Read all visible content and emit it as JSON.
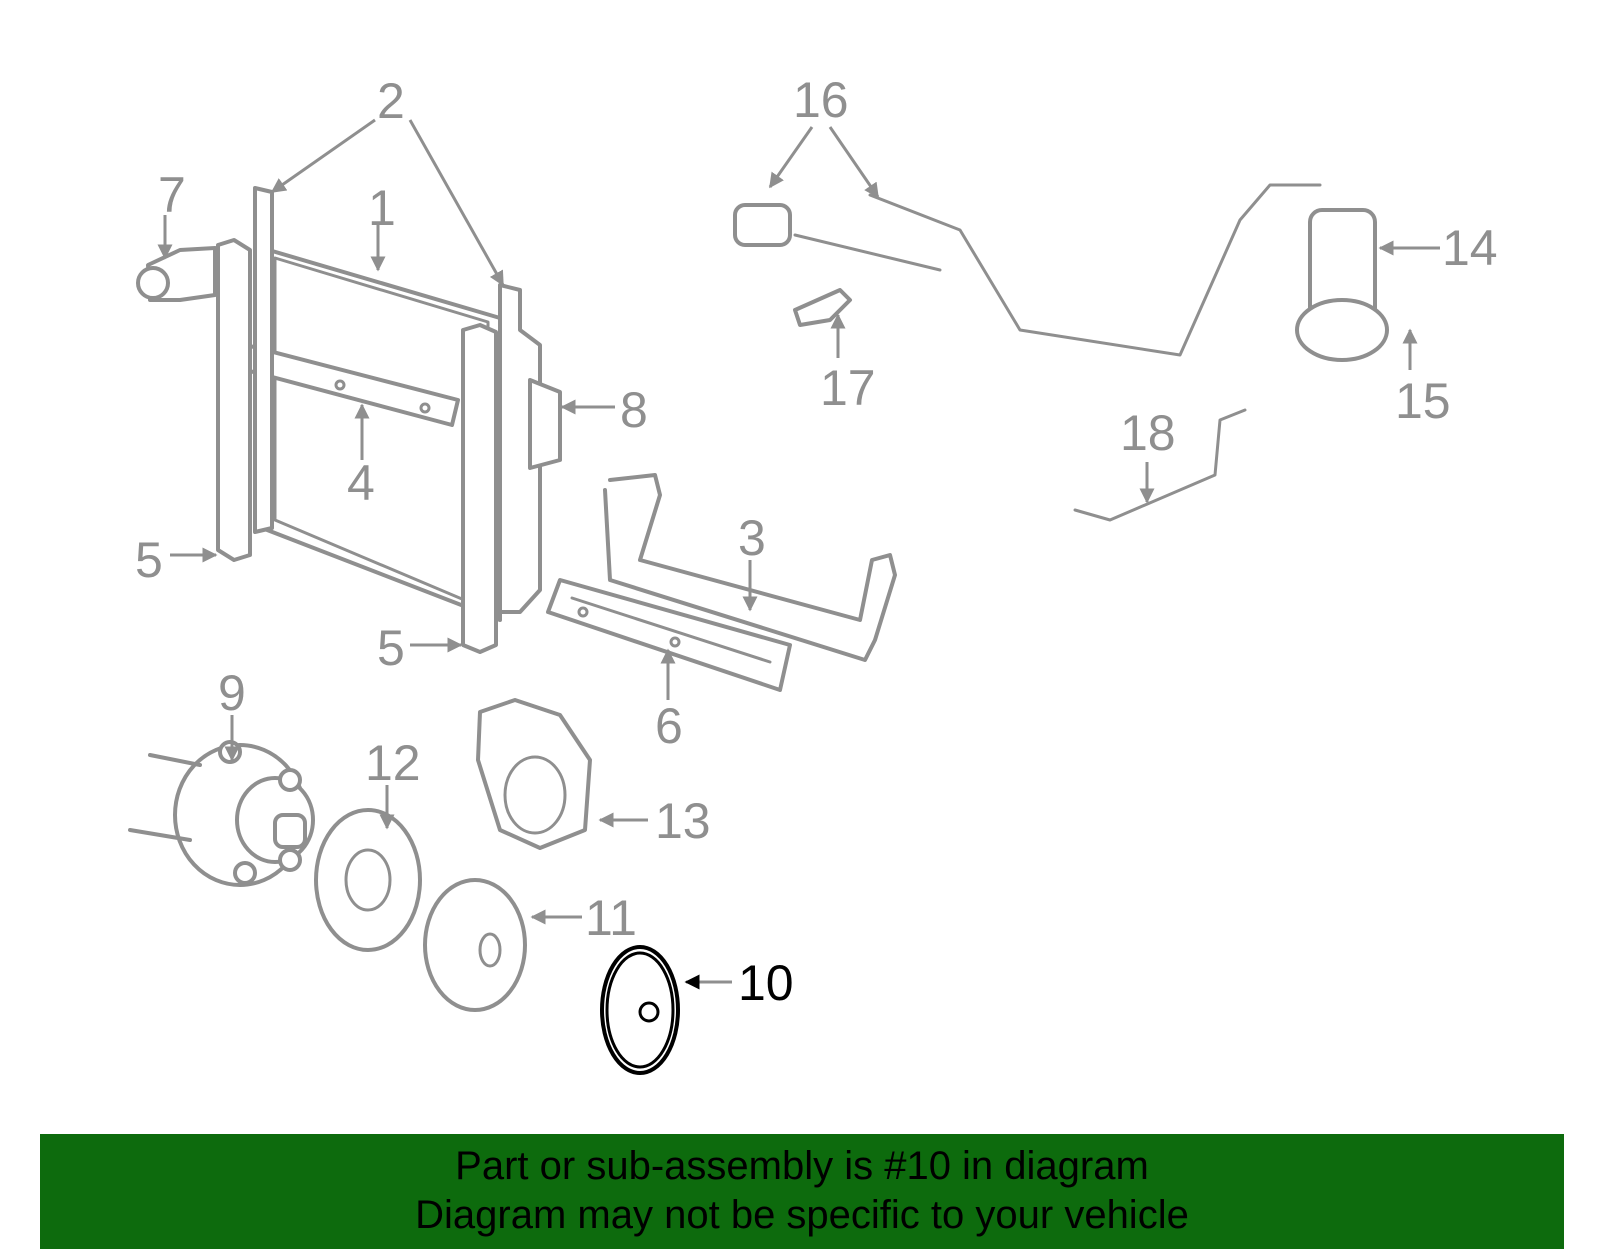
{
  "diagram": {
    "callouts": [
      {
        "id": "1",
        "label": "1"
      },
      {
        "id": "2",
        "label": "2"
      },
      {
        "id": "3",
        "label": "3"
      },
      {
        "id": "4",
        "label": "4"
      },
      {
        "id": "5a",
        "label": "5"
      },
      {
        "id": "5b",
        "label": "5"
      },
      {
        "id": "6",
        "label": "6"
      },
      {
        "id": "7",
        "label": "7"
      },
      {
        "id": "8",
        "label": "8"
      },
      {
        "id": "9",
        "label": "9"
      },
      {
        "id": "10",
        "label": "10"
      },
      {
        "id": "11",
        "label": "11"
      },
      {
        "id": "12",
        "label": "12"
      },
      {
        "id": "13",
        "label": "13"
      },
      {
        "id": "14",
        "label": "14"
      },
      {
        "id": "15",
        "label": "15"
      },
      {
        "id": "16",
        "label": "16"
      },
      {
        "id": "17",
        "label": "17"
      },
      {
        "id": "18",
        "label": "18"
      }
    ],
    "highlighted_part": "10",
    "colors": {
      "part_line": "#8f8f8f",
      "highlight": "#000000",
      "background": "#ffffff"
    }
  },
  "banner": {
    "line1": "Part or sub-assembly is #10 in diagram",
    "line2": "Diagram may not be specific to your vehicle",
    "background": "#0d6b0d"
  }
}
